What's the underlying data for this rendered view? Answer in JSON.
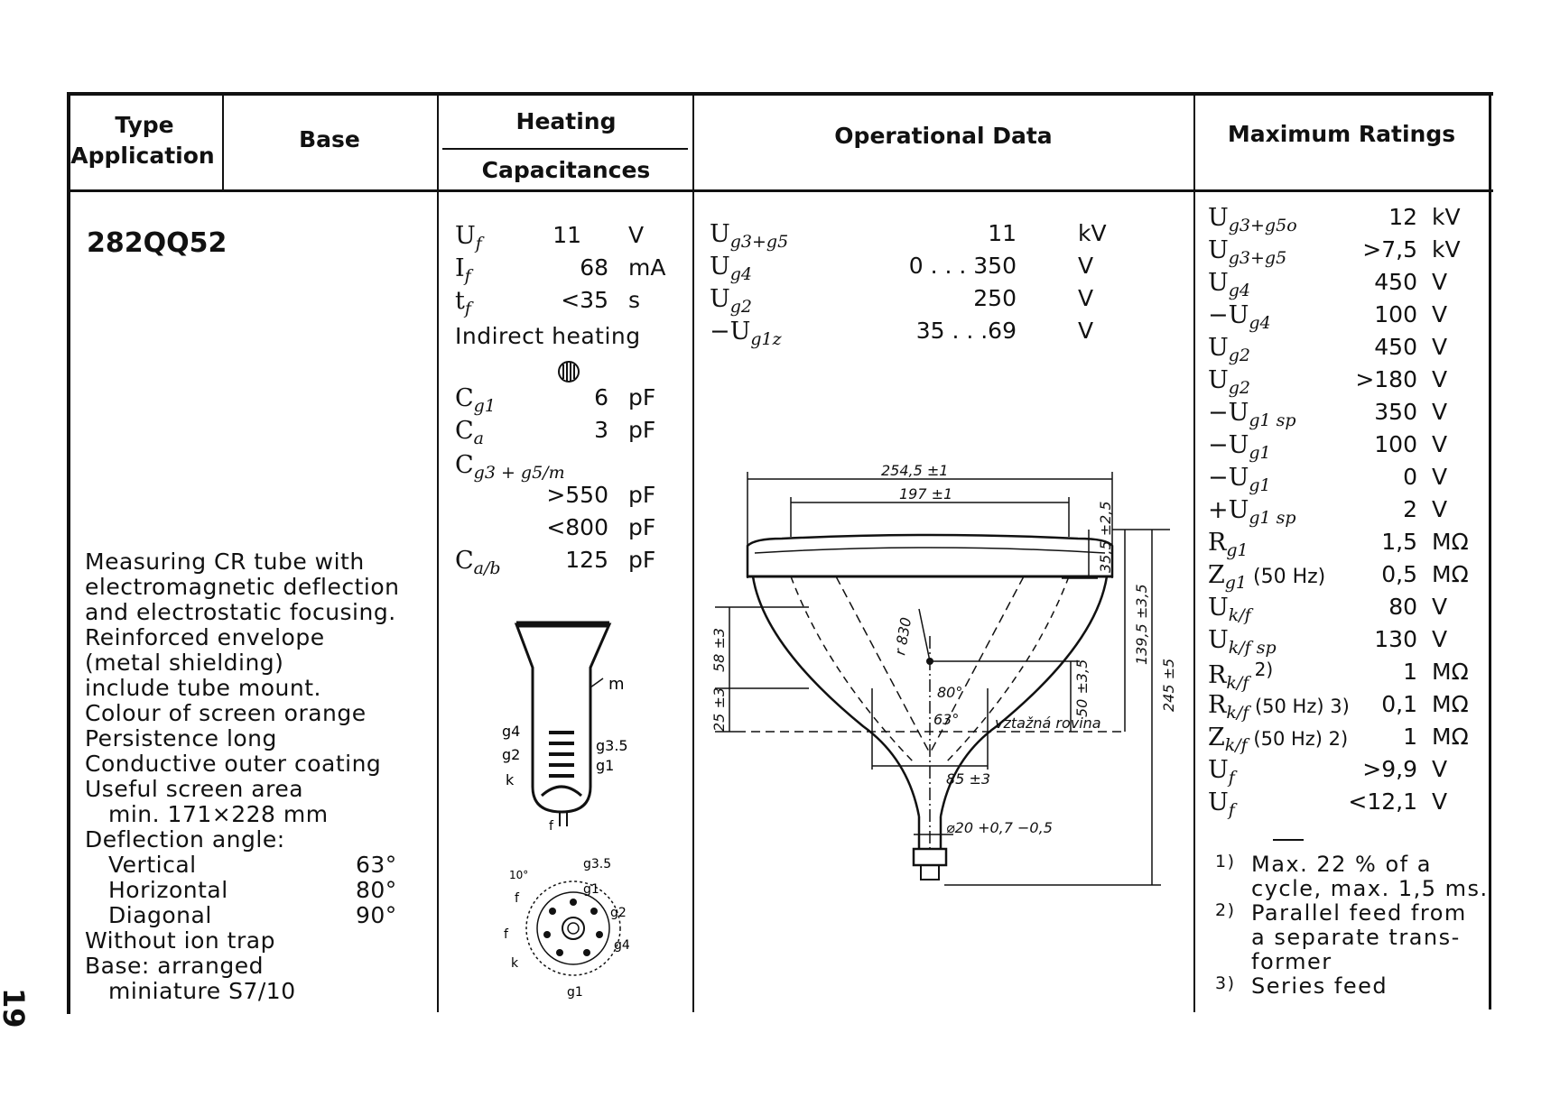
{
  "page": {
    "number": "19"
  },
  "headers": {
    "type_application_1": "Type",
    "type_application_2": "Application",
    "base": "Base",
    "heating": "Heating",
    "capacitances": "Capacitances",
    "operational": "Operational Data",
    "maximum": "Maximum Ratings"
  },
  "tube": {
    "type": "282QQ52",
    "application": [
      "Measuring CR tube with",
      "electromagnetic deflection",
      "and electrostatic focusing.",
      "Reinforced envelope",
      "(metal shielding)",
      "include tube mount.",
      "Colour of screen orange",
      "Persistence long",
      "Conductive outer coating",
      "Useful screen area",
      "min. 171×228 mm",
      "Deflection angle:"
    ],
    "angles": [
      {
        "label": "Vertical",
        "value": "63°"
      },
      {
        "label": "Horizontal",
        "value": "80°"
      },
      {
        "label": "Diagonal",
        "value": "90°"
      }
    ],
    "application_end": [
      "Without ion trap",
      "Base: arranged",
      "miniature S7/10"
    ]
  },
  "heating": [
    {
      "sym": "U",
      "sub": "f",
      "value": "11",
      "unit": "V"
    },
    {
      "sym": "I",
      "sub": "f",
      "value": "68",
      "unit": "mA"
    },
    {
      "sym": "t",
      "sub": "f",
      "value": "<35",
      "unit": "s"
    }
  ],
  "heating_note": "Indirect heating",
  "capacitances": [
    {
      "sym": "C",
      "sub": "g1",
      "value": "6",
      "unit": "pF"
    },
    {
      "sym": "C",
      "sub": "a",
      "value": "3",
      "unit": "pF"
    },
    {
      "sym": "C",
      "sub": "g3 + g5/m",
      "value": "",
      "unit": ""
    },
    {
      "sym": "",
      "sub": "",
      "value": ">550",
      "unit": "pF"
    },
    {
      "sym": "",
      "sub": "",
      "value": "<800",
      "unit": "pF"
    },
    {
      "sym": "C",
      "sub": "a/b",
      "value": "125",
      "unit": "pF"
    }
  ],
  "operational": [
    {
      "sym": "U",
      "sub": "g3+g5",
      "value": "11",
      "unit": "kV"
    },
    {
      "sym": "U",
      "sub": "g4",
      "value": "0 . . . 350",
      "unit": "V"
    },
    {
      "sym": "U",
      "sub": "g2",
      "value": "250",
      "unit": "V"
    },
    {
      "sym": "−U",
      "sub": "g1z",
      "value": "35 . . .69",
      "unit": "V"
    }
  ],
  "maximum": [
    {
      "sym": "U",
      "sub": "g3+g5o",
      "value": "12",
      "unit": "kV"
    },
    {
      "sym": "U",
      "sub": "g3+g5",
      "value": ">7,5",
      "unit": "kV"
    },
    {
      "sym": "U",
      "sub": "g4",
      "value": "450",
      "unit": "V"
    },
    {
      "sym": "−U",
      "sub": "g4",
      "value": "100",
      "unit": "V"
    },
    {
      "sym": "U",
      "sub": "g2",
      "value": "450",
      "unit": "V"
    },
    {
      "sym": "U",
      "sub": "g2",
      "value": ">180",
      "unit": "V"
    },
    {
      "sym": "−U",
      "sub": "g1 sp",
      "value": "350",
      "unit": "V"
    },
    {
      "sym": "−U",
      "sub": "g1",
      "value": "100",
      "unit": "V"
    },
    {
      "sym": "−U",
      "sub": "g1",
      "value": "0",
      "unit": "V"
    },
    {
      "sym": "+U",
      "sub": "g1 sp",
      "value": "2",
      "unit": "V"
    },
    {
      "sym": "R",
      "sub": "g1",
      "value": "1,5",
      "unit": "MΩ"
    },
    {
      "sym": "Z",
      "sub": "g1",
      "extra": " (50 Hz)",
      "value": "0,5",
      "unit": "MΩ"
    },
    {
      "sym": "U",
      "sub": "k/f",
      "value": "80",
      "unit": "V"
    },
    {
      "sym": "U",
      "sub": "k/f sp",
      "value": "130",
      "unit": "V"
    },
    {
      "sym": "R",
      "sub": "k/f",
      "extra": " 2)",
      "value": "1",
      "unit": "MΩ"
    },
    {
      "sym": "R",
      "sub": "k/f",
      "extra": " (50 Hz) 3)",
      "value": "0,1",
      "unit": "MΩ"
    },
    {
      "sym": "Z",
      "sub": "k/f",
      "extra": " (50 Hz) 2)",
      "value": "1",
      "unit": "MΩ"
    },
    {
      "sym": "U",
      "sub": "f",
      "value": ">9,9",
      "unit": "V"
    },
    {
      "sym": "U",
      "sub": "f",
      "value": "<12,1",
      "unit": "V"
    }
  ],
  "footnotes": [
    {
      "mark": "1)",
      "lines": [
        "Max. 22 % of a",
        "cycle, max. 1,5 ms."
      ]
    },
    {
      "mark": "2)",
      "lines": [
        "Parallel feed from",
        "a separate trans-",
        "former"
      ]
    },
    {
      "mark": "3)",
      "lines": [
        "Series feed"
      ]
    }
  ],
  "small_tube_labels": {
    "m": "m",
    "g4": "g4",
    "g2": "g2",
    "k": "k",
    "g35": "g3.5",
    "g1": "g1",
    "f": "f"
  },
  "base_labels": {
    "g35": "g3.5",
    "g1": "g1",
    "g2": "g2",
    "g4": "g4",
    "f": "f",
    "k": "k",
    "a10": "10°"
  },
  "dimensions": {
    "d1": "254,5 ±1",
    "d2": "197 ±1",
    "d3": "35,5 ±2,5",
    "d4": "139,5 ±3,5",
    "d5": "245 ±5",
    "d6": "58 ±3",
    "d7": "25 ±3",
    "d8": "50 ±3,5",
    "d9": "r 830",
    "d10": "80°",
    "d11": "63°",
    "d12": "vztažná rovina",
    "d13": "85 ±3",
    "d14": "⌀20 +0,7 −0,5"
  }
}
